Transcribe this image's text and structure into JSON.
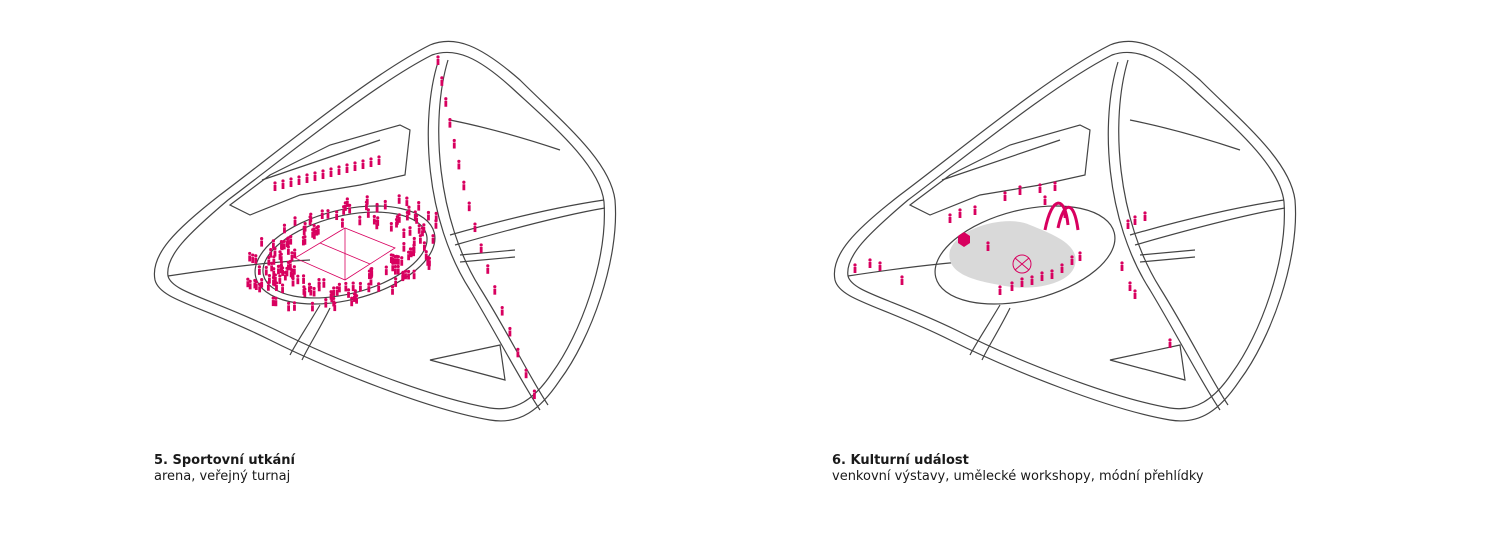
{
  "accent_color": "#d8005f",
  "panels": [
    {
      "number": "5.",
      "title": "5. Sportovní utkání",
      "subtitle": "arena, veřejný turnaj"
    },
    {
      "number": "6.",
      "title": "6. Kulturní událost",
      "subtitle": "venkovní výstavy, umělecké workshopy, módní přehlídky"
    }
  ]
}
